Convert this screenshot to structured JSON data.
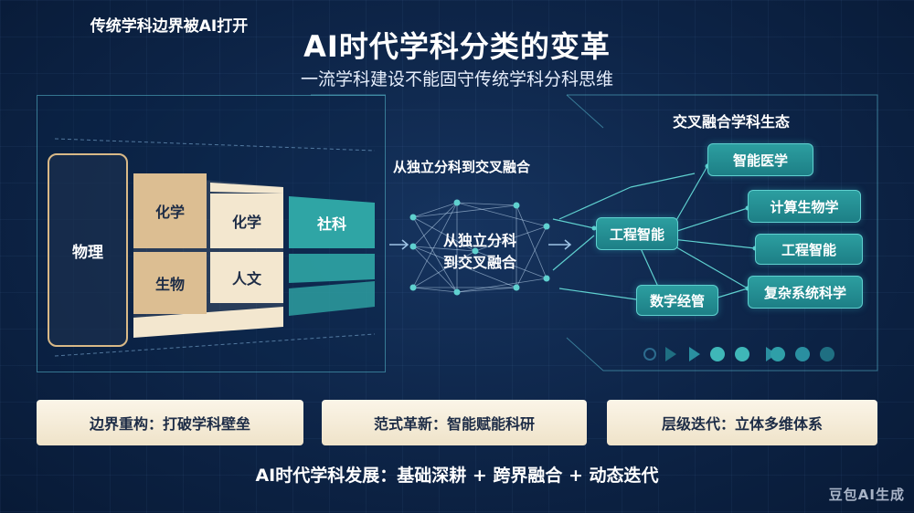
{
  "title": "AI时代学科分类的变革",
  "subtitle": "一流学科建设不能固守传统学科分科思维",
  "left_panel": {
    "title": "传统学科边界被AI打开",
    "physics": "物理",
    "cells": {
      "chem1": "化学",
      "chem2": "化学",
      "bio": "生物",
      "humanities": "人文",
      "social": "社科"
    }
  },
  "middle": {
    "label": "从独立分科到交叉融合",
    "network_line1": "从独立分科",
    "network_line2": "到交叉融合"
  },
  "right_panel": {
    "title": "交叉融合学科生态",
    "nodes": {
      "smart_medicine": "智能医学",
      "engineering_left": "工程智能",
      "computational_biology": "计算生物学",
      "engineering_right": "工程智能",
      "digital_management": "数字经管",
      "complex_systems": "复杂系统科学"
    }
  },
  "pills": {
    "boundary": "边界重构：打破学科壁垒",
    "paradigm": "范式革新：智能赋能科研",
    "iteration": "层级迭代：立体多维体系"
  },
  "bottom_line": "AI时代学科发展：基础深耕 + 跨界融合 + 动态迭代",
  "watermark": "豆包AI生成",
  "colors": {
    "background": "#0d2447",
    "teal": "#2fa5a5",
    "tan": "#dcbe92",
    "cream": "#f3e7cf",
    "frame": "#5abed2"
  }
}
